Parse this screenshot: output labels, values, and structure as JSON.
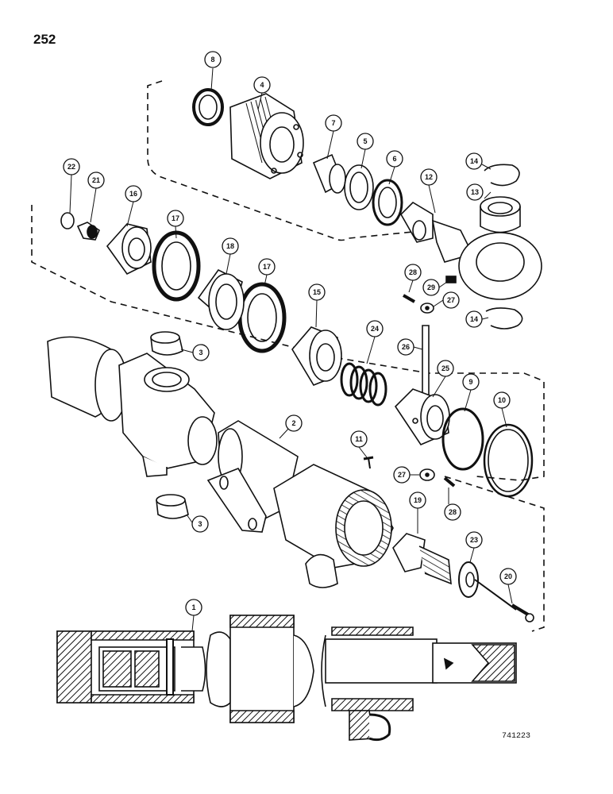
{
  "page_number": "252",
  "figure_code": "741223",
  "callouts": [
    {
      "label": "8"
    },
    {
      "label": "4"
    },
    {
      "label": "7"
    },
    {
      "label": "5"
    },
    {
      "label": "6"
    },
    {
      "label": "14"
    },
    {
      "label": "12"
    },
    {
      "label": "13"
    },
    {
      "label": "22"
    },
    {
      "label": "21"
    },
    {
      "label": "16"
    },
    {
      "label": "17"
    },
    {
      "label": "18"
    },
    {
      "label": "17"
    },
    {
      "label": "15"
    },
    {
      "label": "28"
    },
    {
      "label": "29"
    },
    {
      "label": "27"
    },
    {
      "label": "14"
    },
    {
      "label": "24"
    },
    {
      "label": "26"
    },
    {
      "label": "25"
    },
    {
      "label": "9"
    },
    {
      "label": "10"
    },
    {
      "label": "3"
    },
    {
      "label": "2"
    },
    {
      "label": "11"
    },
    {
      "label": "27"
    },
    {
      "label": "28"
    },
    {
      "label": "3"
    },
    {
      "label": "19"
    },
    {
      "label": "23"
    },
    {
      "label": "20"
    },
    {
      "label": "1"
    }
  ]
}
